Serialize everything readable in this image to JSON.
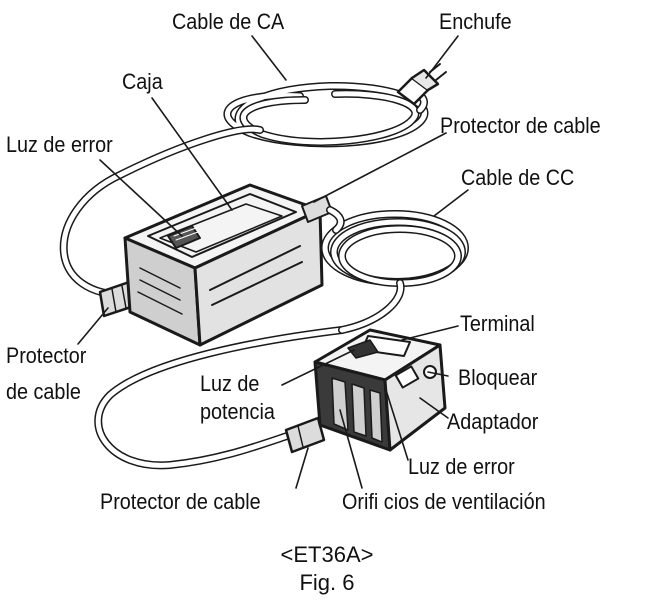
{
  "labels": {
    "cable_ca": "Cable de CA",
    "enchufe": "Enchufe",
    "caja": "Caja",
    "luz_error_top": "Luz de error",
    "protector_top_right": "Protector de cable",
    "cable_cc": "Cable de CC",
    "protector_left_1": "Protector",
    "protector_left_2": "de cable",
    "terminal": "Terminal",
    "luz_potencia_1": "Luz de",
    "luz_potencia_2": "potencia",
    "bloquear": "Bloquear",
    "adaptador": "Adaptador",
    "luz_error_bottom": "Luz de error",
    "protector_bottom": "Protector de cable",
    "orificios": "Orifi cios de ventilación"
  },
  "caption": {
    "model": "<ET36A>",
    "figure": "Fig. 6"
  }
}
